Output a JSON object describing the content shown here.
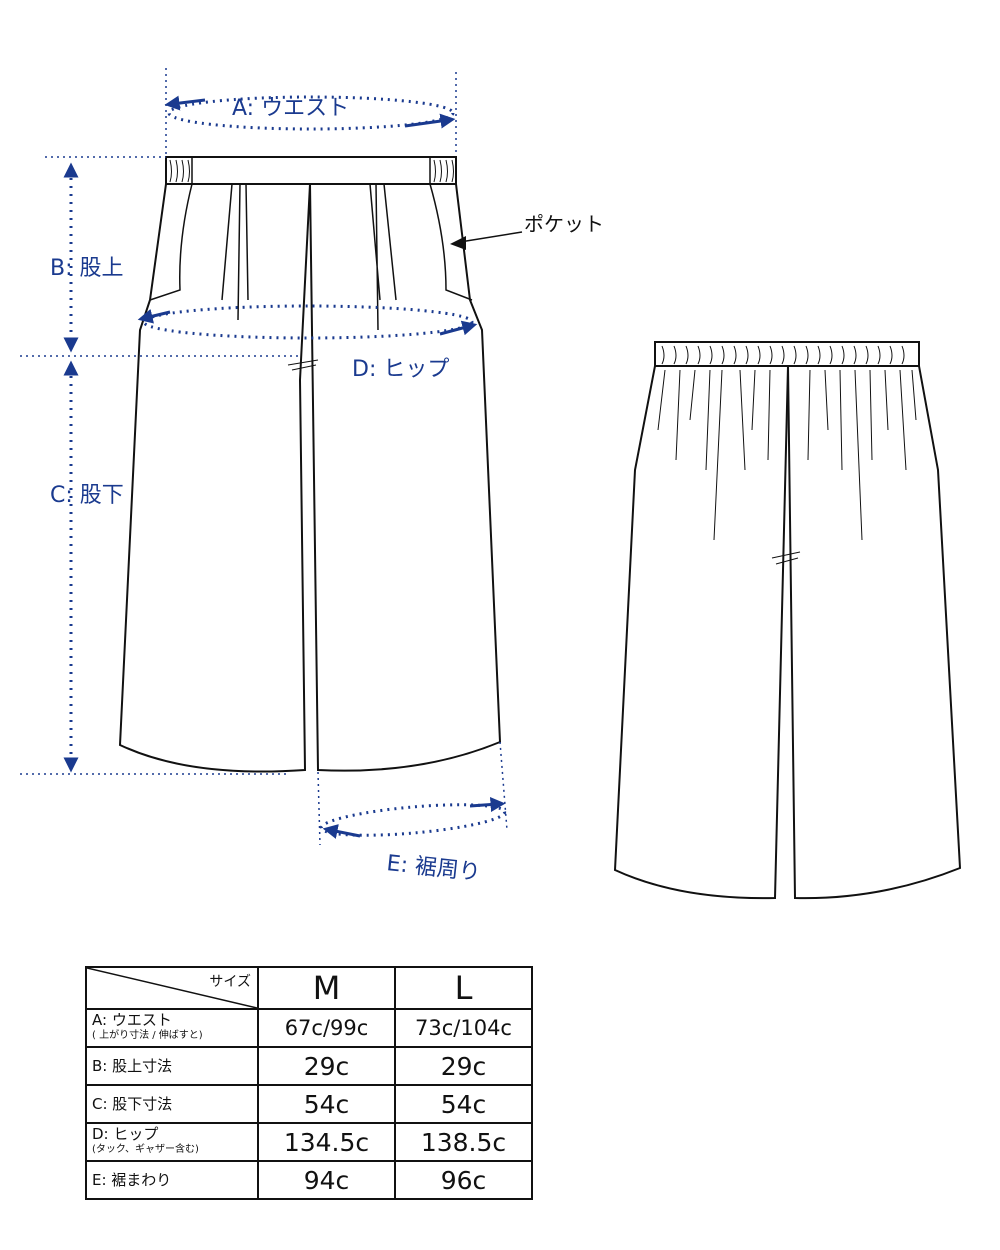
{
  "colors": {
    "dimension": "#1a3a8f",
    "outline": "#111111"
  },
  "labels": {
    "waist": "A: ウエスト",
    "rise": "B: 股上",
    "inseam": "C: 股下",
    "hip": "D: ヒップ",
    "hem": "E: 裾周り",
    "pocket": "ポケット"
  },
  "table": {
    "corner_label": "サイズ",
    "sizes": [
      "M",
      "L"
    ],
    "rows": [
      {
        "label": "A: ウエスト",
        "sublabel": "( 上がり寸法 / 伸ばすと)",
        "values": [
          "67c/99c",
          "73c/104c"
        ]
      },
      {
        "label": "B: 股上寸法",
        "sublabel": "",
        "values": [
          "29c",
          "29c"
        ]
      },
      {
        "label": "C: 股下寸法",
        "sublabel": "",
        "values": [
          "54c",
          "54c"
        ]
      },
      {
        "label": "D: ヒップ",
        "sublabel": "(タック、ギャザー含む)",
        "values": [
          "134.5c",
          "138.5c"
        ]
      },
      {
        "label": "E: 裾まわり",
        "sublabel": "",
        "values": [
          "94c",
          "96c"
        ]
      }
    ]
  }
}
